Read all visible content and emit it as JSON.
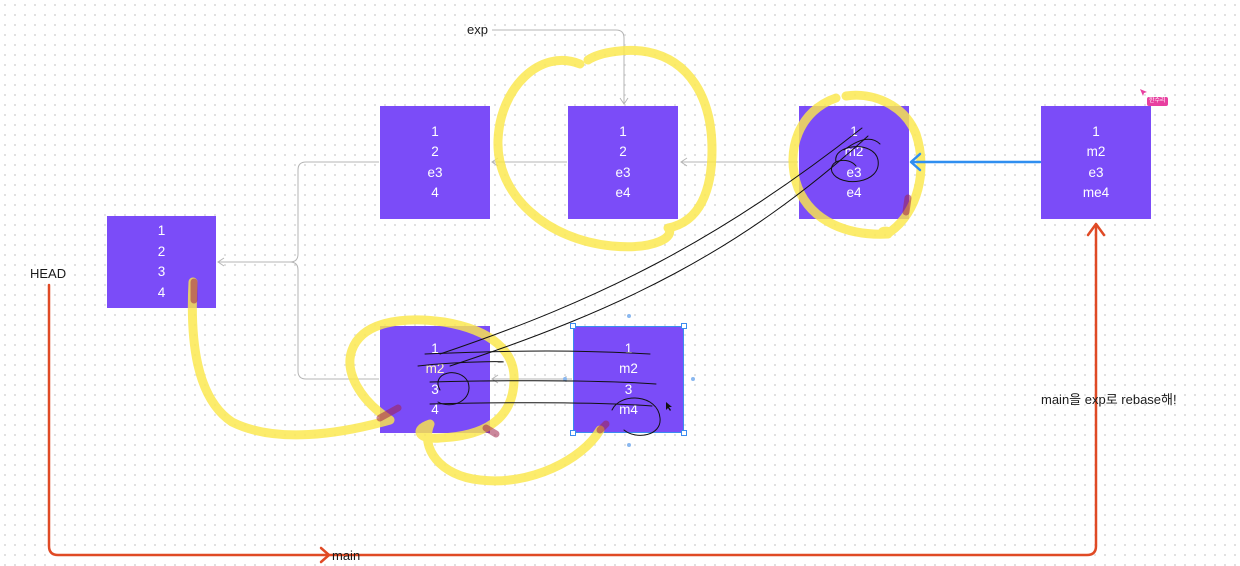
{
  "canvas": {
    "labels": {
      "head": "HEAD",
      "exp": "exp",
      "main": "main",
      "note": "main을 exp로 rebase해!"
    },
    "collaborator_badge": "한수리",
    "commits": {
      "root": [
        "1",
        "2",
        "3",
        "4"
      ],
      "exp_first": [
        "1",
        "2",
        "e3",
        "4"
      ],
      "exp_second": [
        "1",
        "2",
        "e3",
        "e4"
      ],
      "rebased_copy": [
        "1",
        "m2",
        "e3",
        "e4"
      ],
      "main_merge": [
        "1",
        "m2",
        "e3",
        "me4"
      ],
      "main_first": [
        "1",
        "m2",
        "3",
        "4"
      ],
      "main_second": [
        "1",
        "m2",
        "3",
        "m4"
      ]
    },
    "colors": {
      "commit_fill": "#7b4cf8",
      "highlighter": "#fbe84a",
      "main_arrow": "#e04a25",
      "rebase_arrow": "#2f8ef0",
      "selection": "#3b8bef",
      "badge": "#e83fa0"
    },
    "icons": [
      "pointer-cursor-icon",
      "collaborator-cursor-icon"
    ]
  }
}
